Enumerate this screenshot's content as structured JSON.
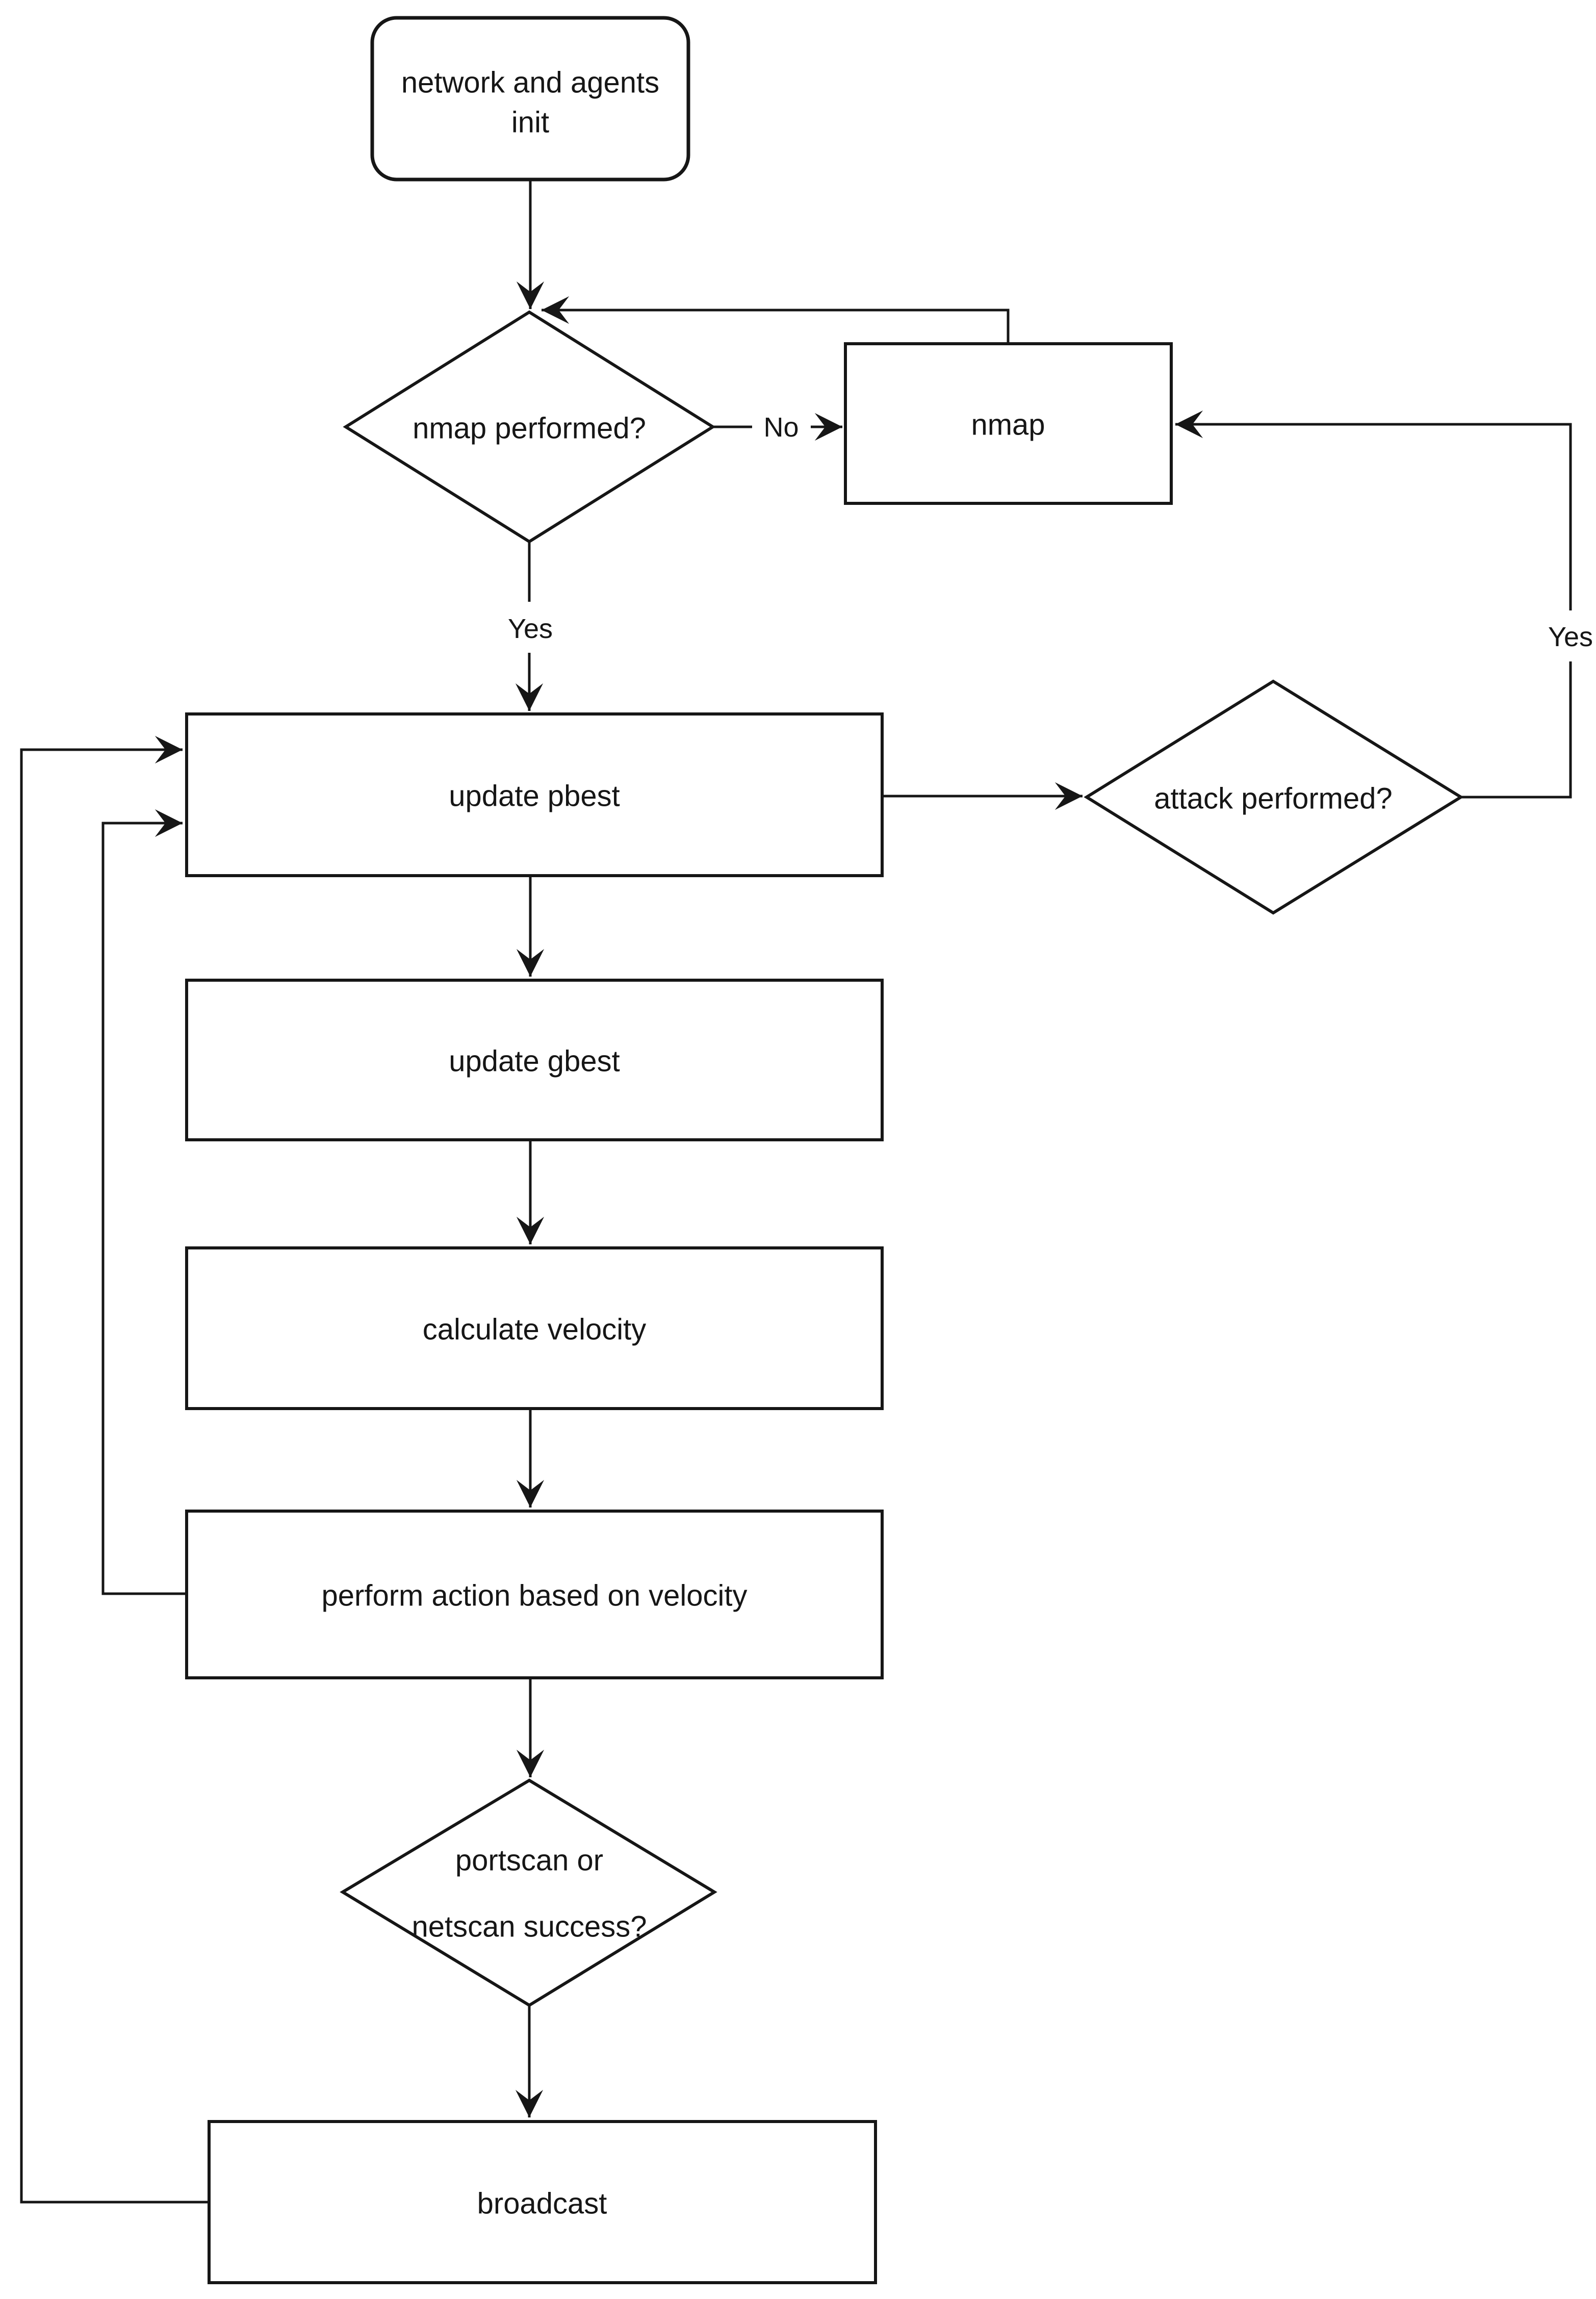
{
  "diagram": {
    "type": "flowchart",
    "colors": {
      "background": "#ffffff",
      "stroke": "#161616",
      "text": "#161616"
    },
    "nodes": {
      "init": {
        "shape": "rounded-rect",
        "label": "network and agents init",
        "lines": [
          "network and agents",
          "init"
        ]
      },
      "nmap_performed": {
        "shape": "decision",
        "label": "nmap performed?"
      },
      "nmap": {
        "shape": "process",
        "label": "nmap"
      },
      "update_pbest": {
        "shape": "process",
        "label": "update pbest"
      },
      "attack_performed": {
        "shape": "decision",
        "label": "attack performed?"
      },
      "update_gbest": {
        "shape": "process",
        "label": "update gbest"
      },
      "calculate_velocity": {
        "shape": "process",
        "label": "calculate velocity"
      },
      "perform_action": {
        "shape": "process",
        "label": "perform action based on velocity"
      },
      "portscan_netscan": {
        "shape": "decision",
        "label": "portscan or netscan success?",
        "lines": [
          "portscan or",
          "netscan success?"
        ]
      },
      "broadcast": {
        "shape": "process",
        "label": "broadcast"
      }
    },
    "edge_labels": {
      "no_branch": "No",
      "yes_branch": "Yes",
      "yes_attack_branch": "Yes"
    }
  }
}
